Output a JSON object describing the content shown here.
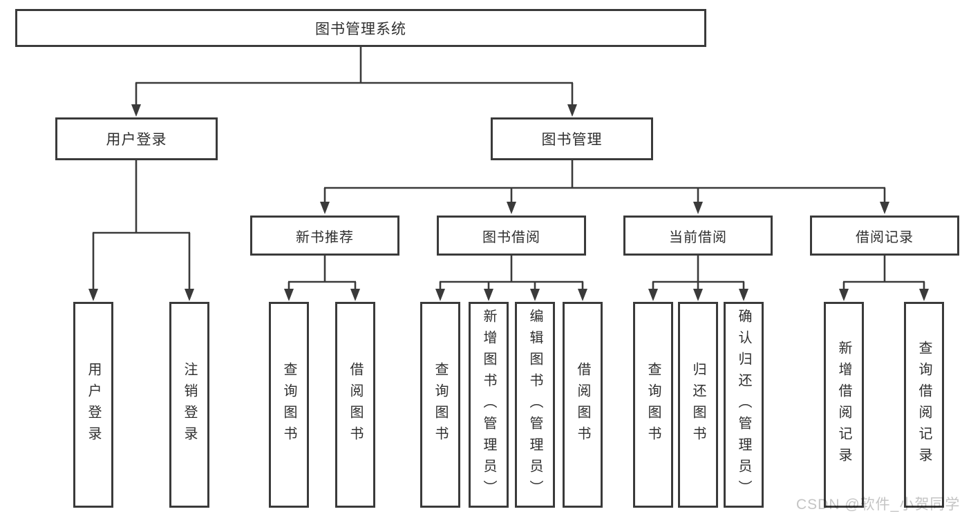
{
  "diagram": {
    "type": "tree",
    "colors": {
      "line": "#3a3a3a",
      "text": "#2f2f2f",
      "background": "#ffffff",
      "watermark": "#c4c4c4"
    },
    "root": {
      "label": "图书管理系统"
    },
    "branches": [
      {
        "label": "用户登录",
        "children": [
          {
            "label": "用户登录"
          },
          {
            "label": "注销登录"
          }
        ]
      },
      {
        "label": "图书管理",
        "children": [
          {
            "label": "新书推荐",
            "children": [
              {
                "label": "查询图书"
              },
              {
                "label": "借阅图书"
              }
            ]
          },
          {
            "label": "图书借阅",
            "children": [
              {
                "label": "查询图书"
              },
              {
                "label": "新增图书（管理员）"
              },
              {
                "label": "编辑图书（管理员）"
              },
              {
                "label": "借阅图书"
              }
            ]
          },
          {
            "label": "当前借阅",
            "children": [
              {
                "label": "查询图书"
              },
              {
                "label": "归还图书"
              },
              {
                "label": "确认归还（管理员）"
              }
            ]
          },
          {
            "label": "借阅记录",
            "children": [
              {
                "label": "新增借阅记录"
              },
              {
                "label": "查询借阅记录"
              }
            ]
          }
        ]
      }
    ],
    "watermark": "CSDN @软件_小贺同学"
  }
}
